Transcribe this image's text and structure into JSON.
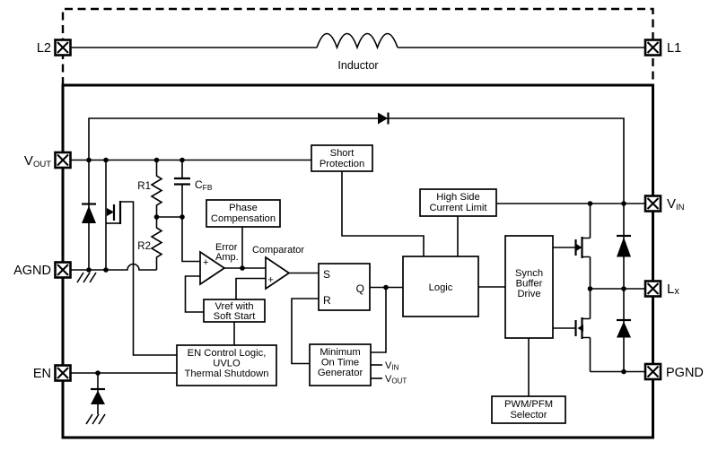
{
  "pins": {
    "l2": "L2",
    "l1": "L1",
    "vout": {
      "main": "V",
      "sub": "OUT"
    },
    "agnd": "AGND",
    "en": "EN",
    "vin": {
      "main": "V",
      "sub": "IN"
    },
    "lx": {
      "main": "L",
      "sub": "x"
    },
    "pgnd": "PGND"
  },
  "external": {
    "inductor_label": "Inductor"
  },
  "components": {
    "r1": "R1",
    "r2": "R2",
    "cfb": {
      "main": "C",
      "sub": "FB"
    }
  },
  "amplifiers": {
    "error_amp": {
      "line1": "Error",
      "line2": "Amp.",
      "plus": "+"
    },
    "comparator": {
      "label": "Comparator",
      "plus": "+"
    }
  },
  "latch": {
    "s": "S",
    "r": "R",
    "q": "Q"
  },
  "blocks": {
    "short_protection": {
      "line1": "Short",
      "line2": "Protection"
    },
    "high_side_current_limit": {
      "line1": "High Side",
      "line2": "Current Limit"
    },
    "phase_compensation": {
      "line1": "Phase",
      "line2": "Compensation"
    },
    "vref_soft_start": {
      "line1": "Vref with",
      "line2": "Soft Start"
    },
    "en_control": {
      "line1": "EN Control Logic,",
      "line2": "UVLO",
      "line3": "Thermal Shutdown"
    },
    "min_on_time": {
      "line1": "Minimum",
      "line2": "On Time",
      "line3": "Generator"
    },
    "logic": {
      "line1": "Logic"
    },
    "synch_buffer_drive": {
      "line1": "Synch",
      "line2": "Buffer",
      "line3": "Drive"
    },
    "pwm_pfm_selector": {
      "line1": "PWM/PFM",
      "line2": "Selector"
    }
  },
  "signals": {
    "mot_vin": {
      "main": "V",
      "sub": "IN"
    },
    "mot_vout": {
      "main": "V",
      "sub": "OUT"
    }
  },
  "colors": {
    "line": "#000000",
    "background": "#ffffff",
    "box_fill": "#ffffff"
  }
}
